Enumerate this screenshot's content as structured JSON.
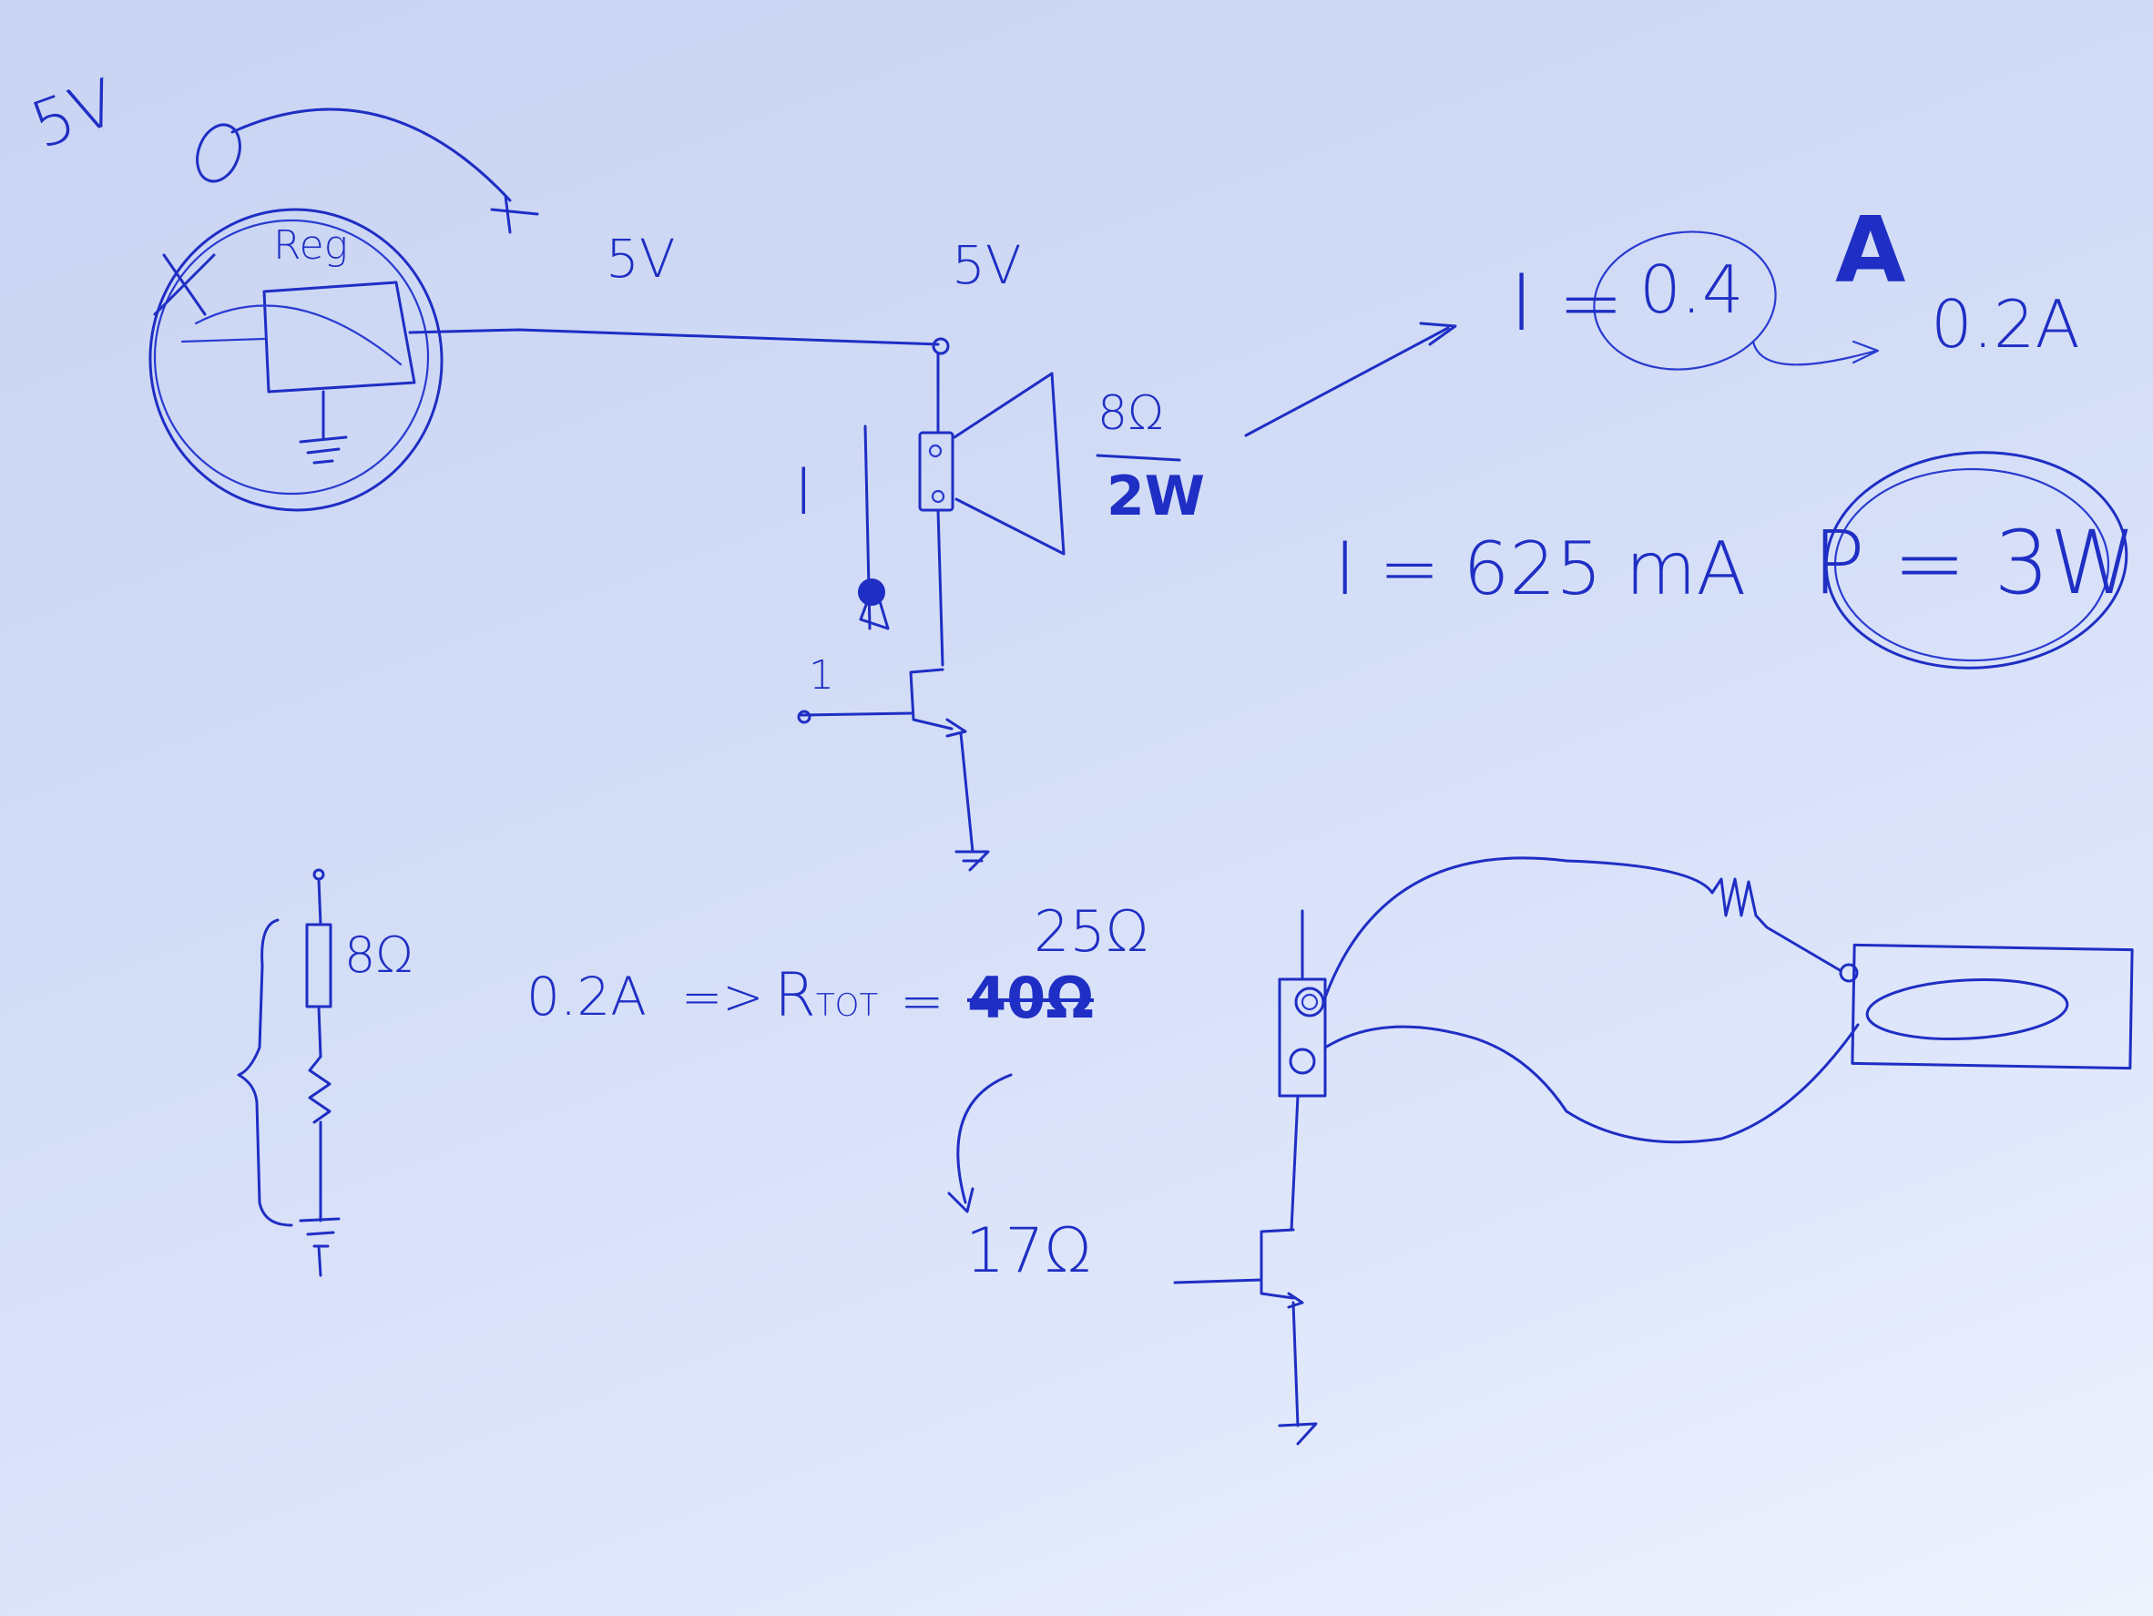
{
  "notes": {
    "top_left_voltage": "5V",
    "reg_label": "Reg",
    "wire_voltage": "5V",
    "node_voltage": "5V",
    "speaker_resistance": "8Ω",
    "speaker_power": "2W",
    "current_symbol": "I",
    "gate_input": "1",
    "current_eq_prefix": "I =",
    "current_value": "0.4",
    "current_unit": "A",
    "current_target": "0.2A",
    "current_eq2": "I = 625 mA",
    "power_eq": "P = 3W",
    "series_resistance": "8Ω",
    "calc_current": "0.2A",
    "calc_arrow": "=>",
    "calc_rtot": "R",
    "calc_rtot_sub": "TOT",
    "calc_equals": "=",
    "calc_crossed": "40Ω",
    "calc_result_above": "25Ω",
    "calc_final": "17Ω"
  },
  "colors": {
    "ink": "#1f2ec4",
    "paper": "#d2dcf6"
  }
}
